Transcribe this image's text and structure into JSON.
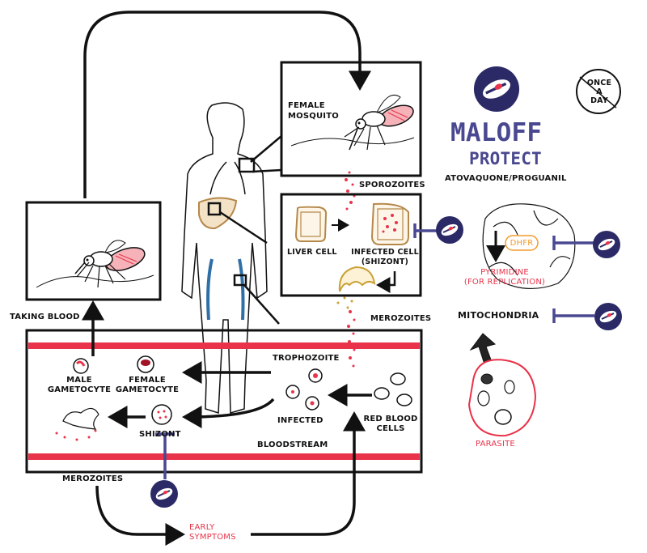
{
  "brand": {
    "name": "MALOFF",
    "product": "PROTECT",
    "ingredients": "ATOVAQUONE/PROGUANIL",
    "dosage_stamp": [
      "ONCE",
      "A",
      "DAY"
    ]
  },
  "labels": {
    "female_mosquito": [
      "FEMALE",
      "MOSQUITO"
    ],
    "sporozoites": "SPOROZOITES",
    "liver_cell": "LIVER CELL",
    "infected_cell": [
      "INFECTED CELL",
      "(SHIZONT)"
    ],
    "merozoites_liver": "MEROZOITES",
    "taking_blood": "TAKING BLOOD",
    "trophozoite": "TROPHOZOITE",
    "male_gametocyte": [
      "MALE",
      "GAMETOCYTE"
    ],
    "female_gametocyte": [
      "FEMALE",
      "GAMETOCYTE"
    ],
    "infected": "INFECTED",
    "red_blood_cells": [
      "RED BLOOD",
      "CELLS"
    ],
    "shizont": "SHIZONT",
    "bloodstream": "BLOODSTREAM",
    "merozoites_blood": "MEROZOITES",
    "early_symptoms": [
      "EARLY",
      "SYMPTOMS"
    ],
    "dhfr": "DHFR",
    "pyrimidine": [
      "PYRIMIDINE",
      "(FOR REPLICATION)"
    ],
    "mitochondria": "MITOCHONDRIA",
    "parasite": "PARASITE"
  },
  "colors": {
    "ink": "#111111",
    "blood_red": "#e8334a",
    "brand_purple": "#4a4890",
    "pill_navy": "#2b2a66",
    "liver_brown": "#b5884a",
    "vein_blue": "#2f6fa8",
    "dhfr_orange": "#f39a2b"
  }
}
